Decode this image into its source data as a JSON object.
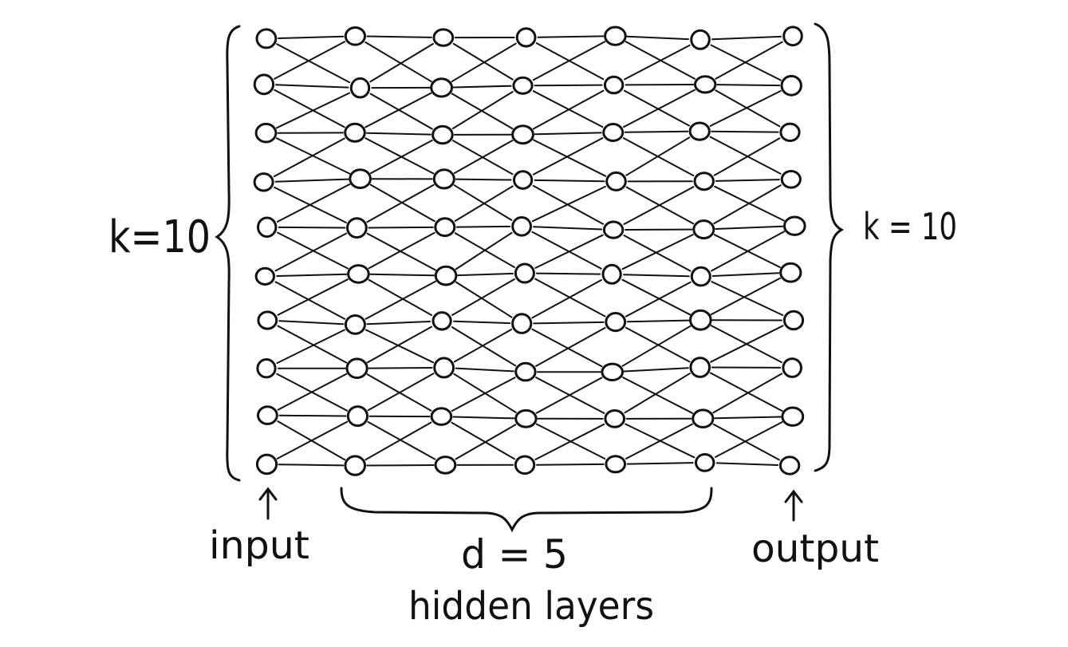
{
  "labels": {
    "k_left": "k=10",
    "k_right": "k = 10",
    "input": "input",
    "output": "output",
    "depth": "d = 5",
    "hidden": "hidden layers"
  },
  "network": {
    "num_layers": 7,
    "nodes_per_layer": 10
  },
  "colors": {
    "ink": "#111111",
    "background": "#ffffff"
  }
}
